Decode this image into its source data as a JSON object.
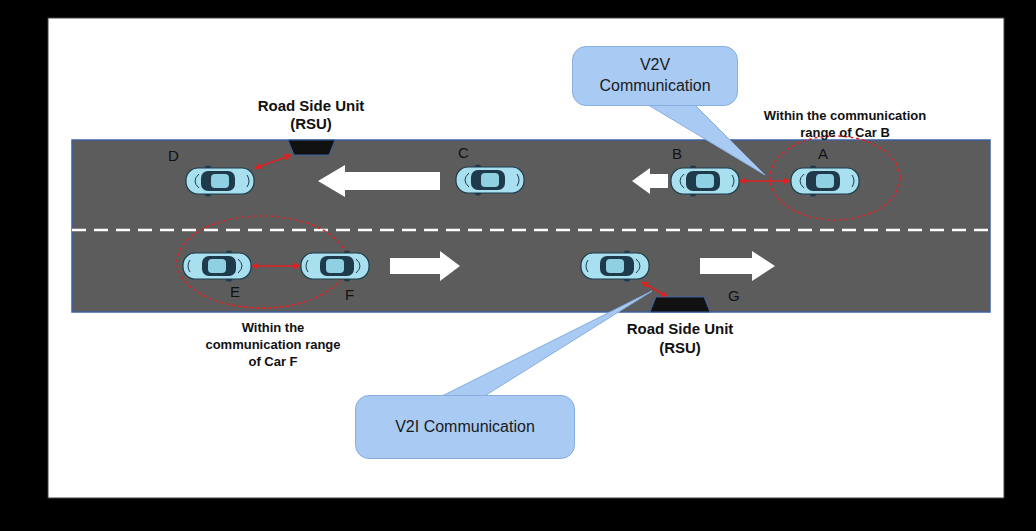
{
  "diagram": {
    "nodes": [
      {
        "text": [
          "V2V Communication"
        ]
      },
      {
        "text": [
          "Road Side Unit (RSU)"
        ]
      },
      {
        "text": [
          "D"
        ]
      },
      {
        "text": [
          "C"
        ]
      },
      {
        "text": [
          "B"
        ]
      },
      {
        "text": [
          "A"
        ]
      },
      {
        "text": [
          "E"
        ]
      },
      {
        "text": [
          "F"
        ]
      },
      {
        "text": [
          "G"
        ]
      },
      {
        "text": [
          "Road Side Unit (RSU)"
        ]
      },
      {
        "text": [
          "V2I Communication"
        ]
      }
    ],
    "edges": [
      {
        "from": 2,
        "to": 1,
        "arrow": "both"
      },
      {
        "from": 4,
        "to": 5,
        "arrow": "both"
      },
      {
        "from": 6,
        "to": 7,
        "arrow": "both"
      },
      {
        "from": 8,
        "to": 9,
        "arrow": "both"
      }
    ],
    "labels": [
      "Within the communication range of Car B",
      "Within the communication range of Car F"
    ]
  }
}
